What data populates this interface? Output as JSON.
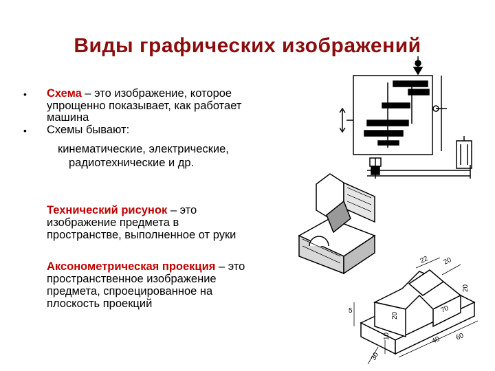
{
  "slide": {
    "title": "Виды графических изображений",
    "bullets": [
      {
        "term": "Схема",
        "line1_rest": " – это изображение,  которое",
        "line2": "упрощенно  показывает,  как работает",
        "line3": "машина"
      },
      {
        "line1": "Схемы бывают:",
        "line2": "кинематические, электрические,",
        "line3": "радиотехнические и др."
      }
    ],
    "bullet_symbol": "•",
    "tech_drawing": {
      "term": "Технический рисунок",
      "line1_rest": " – это",
      "line2": "изображение предмета в",
      "line3": "пространстве, выполненное от руки"
    },
    "axonometric": {
      "term": "Аксонометрическая проекция",
      "line1_rest": " – это",
      "line2": "пространственное изображение",
      "line3": "предмета, спроецированное на",
      "line4": "плоскость проекций"
    },
    "dimensions": [
      "22",
      "20",
      "5",
      "20",
      "10",
      "70",
      "20",
      "40",
      "60",
      "30"
    ],
    "colors": {
      "title": "#8b0d0d",
      "term": "#c00000"
    }
  }
}
